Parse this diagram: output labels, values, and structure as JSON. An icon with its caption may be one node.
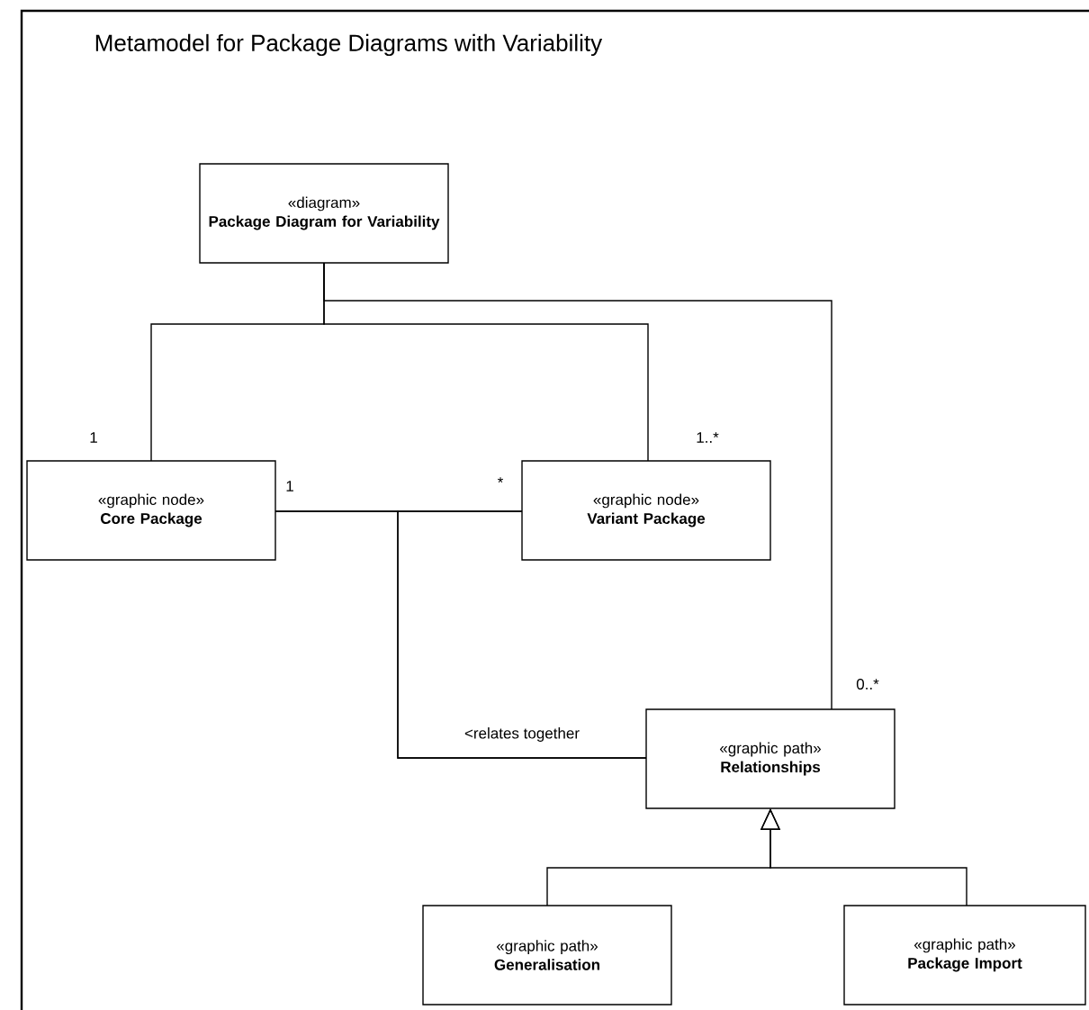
{
  "diagram": {
    "title": "Metamodel for Package Diagrams with Variability",
    "nodes": [
      {
        "text": [
          "«diagram»",
          "Package Diagram for Variability"
        ]
      },
      {
        "text": [
          "«graphic node»",
          "Core Package"
        ]
      },
      {
        "text": [
          "«graphic node»",
          "Variant Package"
        ]
      },
      {
        "text": [
          "«graphic path»",
          "Relationships"
        ]
      },
      {
        "text": [
          "«graphic path»",
          "Generalisation"
        ]
      },
      {
        "text": [
          "«graphic path»",
          "Package Import"
        ]
      }
    ],
    "edges": [
      {
        "from": 0,
        "to": 1,
        "arrow": "none"
      },
      {
        "from": 0,
        "to": 2,
        "arrow": "none"
      },
      {
        "from": 0,
        "to": 3,
        "arrow": "none"
      },
      {
        "from": 1,
        "to": 2,
        "arrow": "none"
      },
      {
        "from": 3,
        "to": 1,
        "arrow": "none",
        "label": "<relates together"
      },
      {
        "from": 3,
        "to": 2,
        "arrow": "none"
      },
      {
        "from": 4,
        "to": 3,
        "arrow": "to"
      },
      {
        "from": 5,
        "to": 3,
        "arrow": "to"
      }
    ],
    "labels": [
      "1",
      "1..*",
      "1",
      "*",
      "0..*"
    ]
  }
}
